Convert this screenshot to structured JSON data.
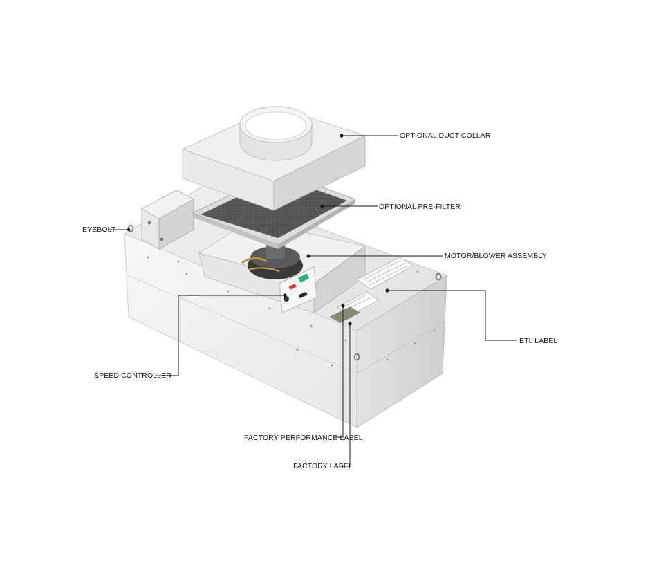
{
  "diagram": {
    "callouts": {
      "duct_collar": "OPTIONAL DUCT COLLAR",
      "pre_filter": "OPTIONAL PRE-FILTER",
      "eyebolt": "EYEBOLT",
      "motor_blower": "MOTOR/BLOWER ASSEMBLY",
      "etl_label": "ETL LABEL",
      "speed_controller": "SPEED CONTROLLER",
      "factory_performance_label": "FACTORY PERFORMANCE LABEL",
      "factory_label": "FACTORY LABEL"
    }
  },
  "colors": {
    "housing_top": "#ececec",
    "housing_left": "#f4f4f4",
    "housing_right": "#d8d8d8",
    "filter_mesh": "#555555",
    "leader_line": "#1a1a1a"
  }
}
